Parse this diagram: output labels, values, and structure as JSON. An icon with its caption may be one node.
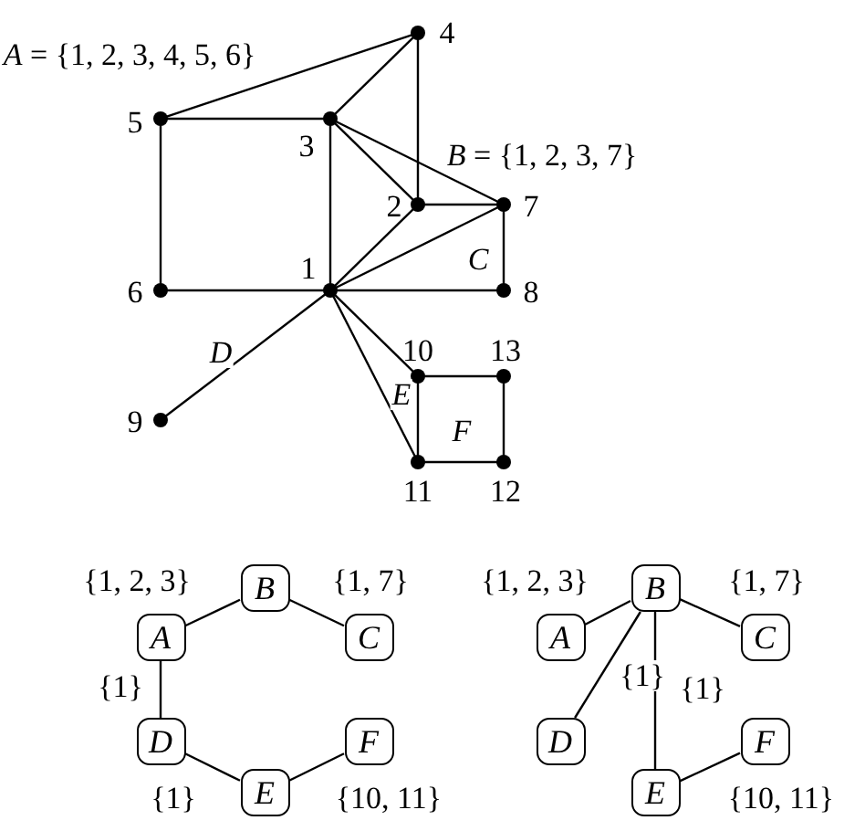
{
  "diagram": {
    "nodes": [
      {
        "text": [],
        "shape": "circle",
        "beside": [
          "4"
        ]
      },
      {
        "text": [],
        "shape": "circle",
        "beside": [
          "5"
        ]
      },
      {
        "text": [],
        "shape": "circle",
        "beside": [
          "3"
        ]
      },
      {
        "text": [],
        "shape": "circle",
        "beside": [
          "2"
        ]
      },
      {
        "text": [],
        "shape": "circle",
        "beside": [
          "7"
        ]
      },
      {
        "text": [],
        "shape": "circle",
        "beside": [
          "6"
        ]
      },
      {
        "text": [],
        "shape": "circle",
        "beside": [
          "1"
        ]
      },
      {
        "text": [],
        "shape": "circle",
        "beside": [
          "8"
        ]
      },
      {
        "text": [],
        "shape": "circle",
        "beside": [
          "9"
        ]
      },
      {
        "text": [],
        "shape": "circle",
        "beside": [
          "10"
        ]
      },
      {
        "text": [],
        "shape": "circle",
        "beside": [
          "13"
        ]
      },
      {
        "text": [],
        "shape": "circle",
        "beside": [
          "11"
        ]
      },
      {
        "text": [],
        "shape": "circle",
        "beside": [
          "12"
        ]
      },
      {
        "text": [
          "A"
        ]
      },
      {
        "text": [
          "B"
        ]
      },
      {
        "text": [
          "C"
        ]
      },
      {
        "text": [
          "D"
        ]
      },
      {
        "text": [
          "E"
        ]
      },
      {
        "text": [
          "F"
        ]
      },
      {
        "text": [
          "A"
        ]
      },
      {
        "text": [
          "B"
        ]
      },
      {
        "text": [
          "C"
        ]
      },
      {
        "text": [
          "D"
        ]
      },
      {
        "text": [
          "E"
        ]
      },
      {
        "text": [
          "F"
        ]
      }
    ],
    "edges": [
      {
        "from": 1,
        "to": 0,
        "arrow": "none"
      },
      {
        "from": 2,
        "to": 0,
        "arrow": "none"
      },
      {
        "from": 0,
        "to": 3,
        "arrow": "none"
      },
      {
        "from": 1,
        "to": 2,
        "arrow": "none"
      },
      {
        "from": 1,
        "to": 5,
        "arrow": "none"
      },
      {
        "from": 2,
        "to": 6,
        "arrow": "none"
      },
      {
        "from": 2,
        "to": 3,
        "arrow": "none"
      },
      {
        "from": 2,
        "to": 4,
        "arrow": "none"
      },
      {
        "from": 3,
        "to": 4,
        "arrow": "none"
      },
      {
        "from": 6,
        "to": 3,
        "arrow": "none"
      },
      {
        "from": 6,
        "to": 4,
        "arrow": "none"
      },
      {
        "from": 5,
        "to": 6,
        "arrow": "none"
      },
      {
        "from": 6,
        "to": 7,
        "arrow": "none"
      },
      {
        "from": 4,
        "to": 7,
        "arrow": "none"
      },
      {
        "from": 6,
        "to": 8,
        "arrow": "none"
      },
      {
        "from": 6,
        "to": 9,
        "arrow": "none"
      },
      {
        "from": 6,
        "to": 11,
        "arrow": "none"
      },
      {
        "from": 9,
        "to": 10,
        "arrow": "none"
      },
      {
        "from": 9,
        "to": 11,
        "arrow": "none"
      },
      {
        "from": 10,
        "to": 12,
        "arrow": "none"
      },
      {
        "from": 11,
        "to": 12,
        "arrow": "none"
      },
      {
        "from": 13,
        "to": 14,
        "arrow": "none",
        "label": "{1, 2, 3}"
      },
      {
        "from": 14,
        "to": 15,
        "arrow": "none",
        "label": "{1, 7}"
      },
      {
        "from": 13,
        "to": 16,
        "arrow": "none",
        "label": "{1}"
      },
      {
        "from": 16,
        "to": 17,
        "arrow": "none",
        "label": "{1}"
      },
      {
        "from": 17,
        "to": 18,
        "arrow": "none",
        "label": "{10, 11}"
      },
      {
        "from": 20,
        "to": 19,
        "arrow": "none",
        "label": "{1, 2, 3}"
      },
      {
        "from": 20,
        "to": 21,
        "arrow": "none",
        "label": "{1, 7}"
      },
      {
        "from": 20,
        "to": 22,
        "arrow": "none",
        "label": "{1}"
      },
      {
        "from": 20,
        "to": 23,
        "arrow": "none",
        "label": "{1}"
      },
      {
        "from": 23,
        "to": 24,
        "arrow": "none",
        "label": "{10, 11}"
      }
    ],
    "labels": [
      "*A* = {1, 2, 3, 4, 5, 6}",
      "*B* = {1, 2, 3, 7}",
      "C",
      "D",
      "E",
      "F"
    ]
  }
}
